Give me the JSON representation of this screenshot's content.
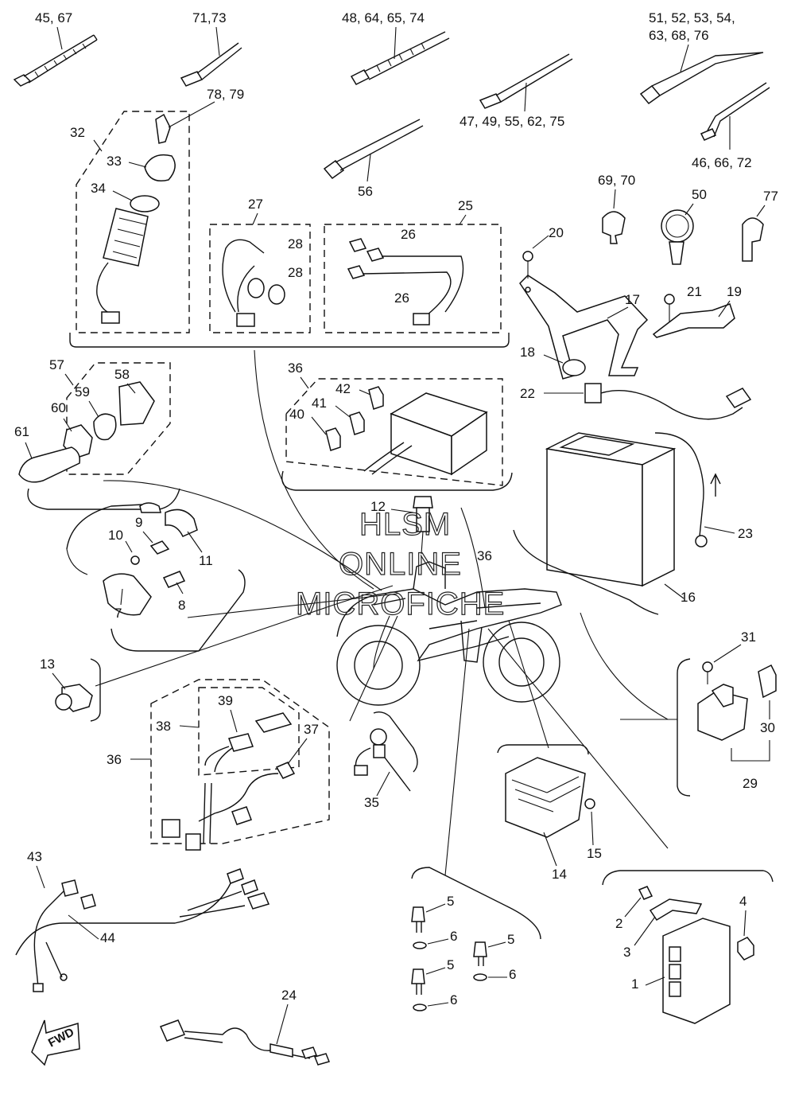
{
  "watermark": [
    "HLSM",
    "ONLINE",
    "MICROFICHE"
  ],
  "direction_badge": "FWD",
  "callouts": {
    "c45_67": "45, 67",
    "c71_73": "71,73",
    "c48_64_65_74": "48, 64, 65, 74",
    "c51_54": "51, 52, 53, 54,",
    "c63_68_76": "63, 68, 76",
    "c78_79": "78, 79",
    "c47_75": "47, 49, 55, 62, 75",
    "c46_66_72": "46, 66, 72",
    "c32": "32",
    "c33": "33",
    "c34": "34",
    "c56": "56",
    "c69_70": "69, 70",
    "c50": "50",
    "c77": "77",
    "c27": "27",
    "c28a": "28",
    "c28b": "28",
    "c25": "25",
    "c26a": "26",
    "c26b": "26",
    "c20": "20",
    "c17": "17",
    "c21": "21",
    "c19": "19",
    "c18": "18",
    "c22": "22",
    "c57": "57",
    "c58": "58",
    "c59": "59",
    "c60": "60",
    "c61": "61",
    "c36a": "36",
    "c42": "42",
    "c41": "41",
    "c40": "40",
    "c12": "12",
    "c36b": "36",
    "c10": "10",
    "c9": "9",
    "c11": "11",
    "c8": "8",
    "c7": "7",
    "c23": "23",
    "c16": "16",
    "c13": "13",
    "c31": "31",
    "c30": "30",
    "c29": "29",
    "c39": "39",
    "c38": "38",
    "c37": "37",
    "c36c": "36",
    "c35": "35",
    "c15": "15",
    "c14": "14",
    "c43": "43",
    "c44": "44",
    "c5a": "5",
    "c6a": "6",
    "c5b": "5",
    "c6b": "6",
    "c5c": "5",
    "c6c": "6",
    "c4": "4",
    "c2": "2",
    "c3": "3",
    "c1": "1",
    "c24": "24"
  }
}
